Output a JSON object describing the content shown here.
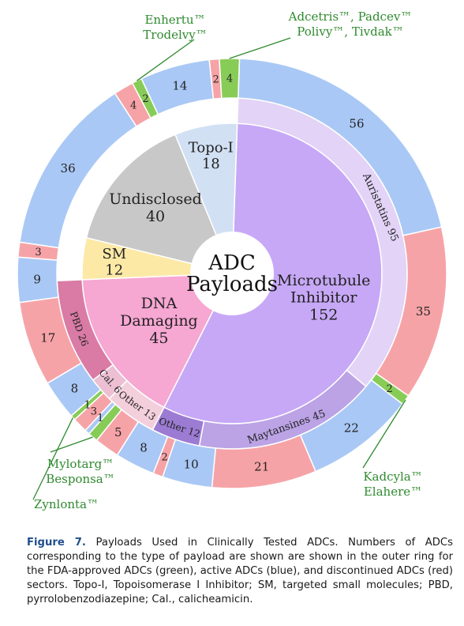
{
  "chart_data": {
    "type": "pie",
    "center_label": [
      "ADC",
      "Payloads"
    ],
    "status_colors": {
      "approved": "#88cc58",
      "active": "#a9c8f5",
      "discontinued": "#f6a3a7"
    },
    "inner": [
      {
        "key": "mt",
        "lines": [
          "Microtubule",
          "Inhibitor",
          "152"
        ],
        "value": 152,
        "color": "#c7a8f6"
      },
      {
        "key": "dna",
        "lines": [
          "DNA",
          "Damaging",
          "45"
        ],
        "value": 45,
        "color": "#f6a7d2"
      },
      {
        "key": "sm",
        "lines": [
          "SM",
          "12"
        ],
        "value": 12,
        "color": "#fce9a6"
      },
      {
        "key": "und",
        "lines": [
          "Undisclosed",
          "40"
        ],
        "value": 40,
        "color": "#c8c8c8"
      },
      {
        "key": "topo",
        "lines": [
          "Topo-I",
          "18"
        ],
        "value": 18,
        "color": "#d2e0f4"
      }
    ],
    "middle": [
      {
        "parent": "mt",
        "label": "Auristatins 95",
        "value": 95,
        "color": "#e2d3f7"
      },
      {
        "parent": "mt",
        "label": "Maytansines 45",
        "value": 45,
        "color": "#bba3e6"
      },
      {
        "parent": "mt",
        "label": "Other 12",
        "value": 12,
        "color": "#9c7bd3"
      },
      {
        "parent": "dna",
        "label": "Other 13",
        "value": 13,
        "color": "#f3cfdc"
      },
      {
        "parent": "dna",
        "label": "Cal. 6",
        "value": 6,
        "color": "#ecbfd3"
      },
      {
        "parent": "dna",
        "label": "PBD 26",
        "value": 26,
        "color": "#d97ba5"
      }
    ],
    "outer": [
      {
        "value": 56,
        "status": "active",
        "label": "56"
      },
      {
        "value": 35,
        "status": "discontinued",
        "label": "35"
      },
      {
        "value": 2,
        "status": "approved",
        "label": "2"
      },
      {
        "value": 22,
        "status": "active",
        "label": "22"
      },
      {
        "value": 21,
        "status": "discontinued",
        "label": "21"
      },
      {
        "value": 10,
        "status": "active",
        "label": "10"
      },
      {
        "value": 2,
        "status": "discontinued",
        "label": "2"
      },
      {
        "value": 8,
        "status": "active",
        "label": "8"
      },
      {
        "value": 5,
        "status": "discontinued",
        "label": "5"
      },
      {
        "value": 2,
        "status": "approved",
        "label": ""
      },
      {
        "value": 1,
        "status": "active",
        "label": "1"
      },
      {
        "value": 3,
        "status": "discontinued",
        "label": "3"
      },
      {
        "value": 1,
        "status": "approved",
        "label": "1"
      },
      {
        "value": 8,
        "status": "active",
        "label": "8"
      },
      {
        "value": 17,
        "status": "discontinued",
        "label": "17"
      },
      {
        "value": 9,
        "status": "active",
        "label": "9"
      },
      {
        "value": 3,
        "status": "discontinued",
        "label": "3"
      },
      {
        "value": 36,
        "status": "active",
        "label": "36"
      },
      {
        "value": 4,
        "status": "discontinued",
        "label": "4"
      },
      {
        "value": 2,
        "status": "approved",
        "label": "2"
      },
      {
        "value": 14,
        "status": "active",
        "label": "14"
      },
      {
        "value": 2,
        "status": "discontinued",
        "label": "2"
      },
      {
        "value": 4,
        "status": "approved",
        "label": "4"
      }
    ],
    "callouts": [
      {
        "outer_index": 19,
        "lines": [
          "Enhertu™",
          "Trodelvy™"
        ]
      },
      {
        "outer_index": 22,
        "lines": [
          "Adcetris™, Padcev™",
          "Polivy™, Tivdak™"
        ]
      },
      {
        "outer_index": 2,
        "lines": [
          "Kadcyla™",
          "Elahere™"
        ]
      },
      {
        "outer_index": 9,
        "lines": [
          "Mylotarg™",
          "Besponsa™"
        ]
      },
      {
        "outer_index": 12,
        "lines": [
          "Zynlonta™"
        ]
      }
    ]
  },
  "caption": {
    "label": "Figure 7.",
    "text": "Payloads Used in Clinically Tested ADCs. Numbers of ADCs corresponding to the type of payload are shown are shown in the outer ring for the FDA-approved ADCs (green), active ADCs (blue), and discontinued ADCs (red) sectors. Topo-I, Topoisomerase I Inhibitor; SM, targeted small molecules; PBD, pyrrolobenzodiazepine; Cal., calicheamicin."
  }
}
